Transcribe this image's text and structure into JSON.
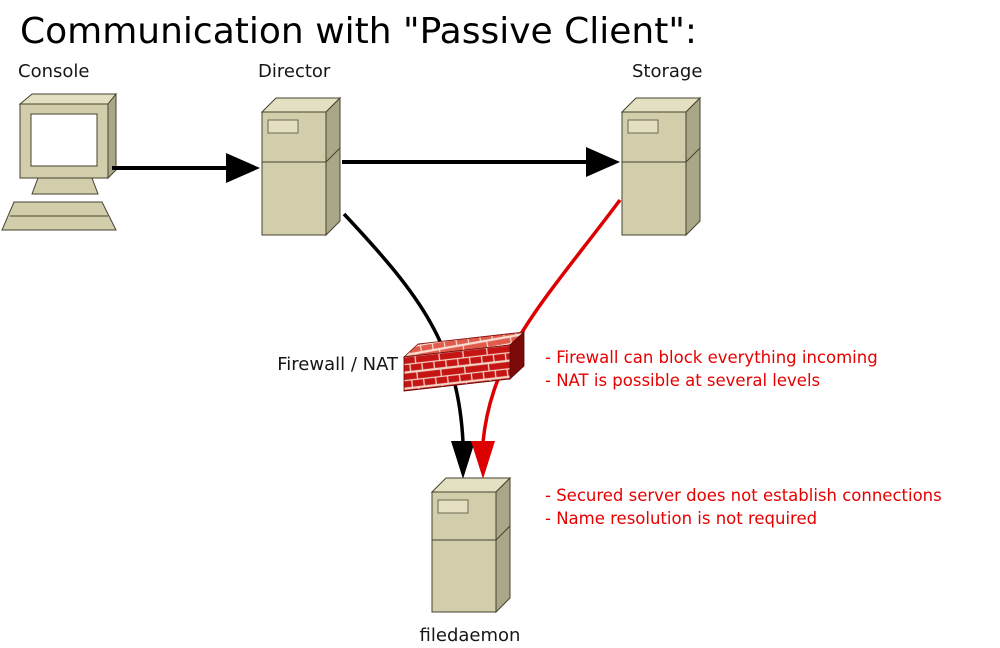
{
  "title": "Communication with \"Passive Client\":",
  "nodes": {
    "console": {
      "label": "Console"
    },
    "director": {
      "label": "Director"
    },
    "storage": {
      "label": "Storage"
    },
    "firewall": {
      "label": "Firewall / NAT"
    },
    "filedaemon": {
      "label": "filedaemon"
    }
  },
  "annotations": {
    "firewall_note1": "- Firewall can block everything incoming",
    "firewall_note2": "- NAT is possible at several levels",
    "filedaemon_note1": "- Secured server does not establish connections",
    "filedaemon_note2": "- Name resolution is not required"
  },
  "edges": [
    {
      "from": "console",
      "to": "director",
      "color": "#000000"
    },
    {
      "from": "director",
      "to": "storage",
      "color": "#000000"
    },
    {
      "from": "director",
      "to": "filedaemon",
      "color": "#000000",
      "via": "firewall"
    },
    {
      "from": "storage",
      "to": "filedaemon",
      "color": "#dd0000",
      "via": "firewall"
    }
  ],
  "colors": {
    "annotation_red": "#e60000",
    "arrow_black": "#000000",
    "arrow_red": "#dd0000",
    "machine_front": "#d2ceac",
    "machine_top": "#e4e0c2",
    "machine_side": "#aaa688",
    "brick_red": "#c41414",
    "mortar": "#f2d2c2",
    "background": "#ffffff"
  }
}
